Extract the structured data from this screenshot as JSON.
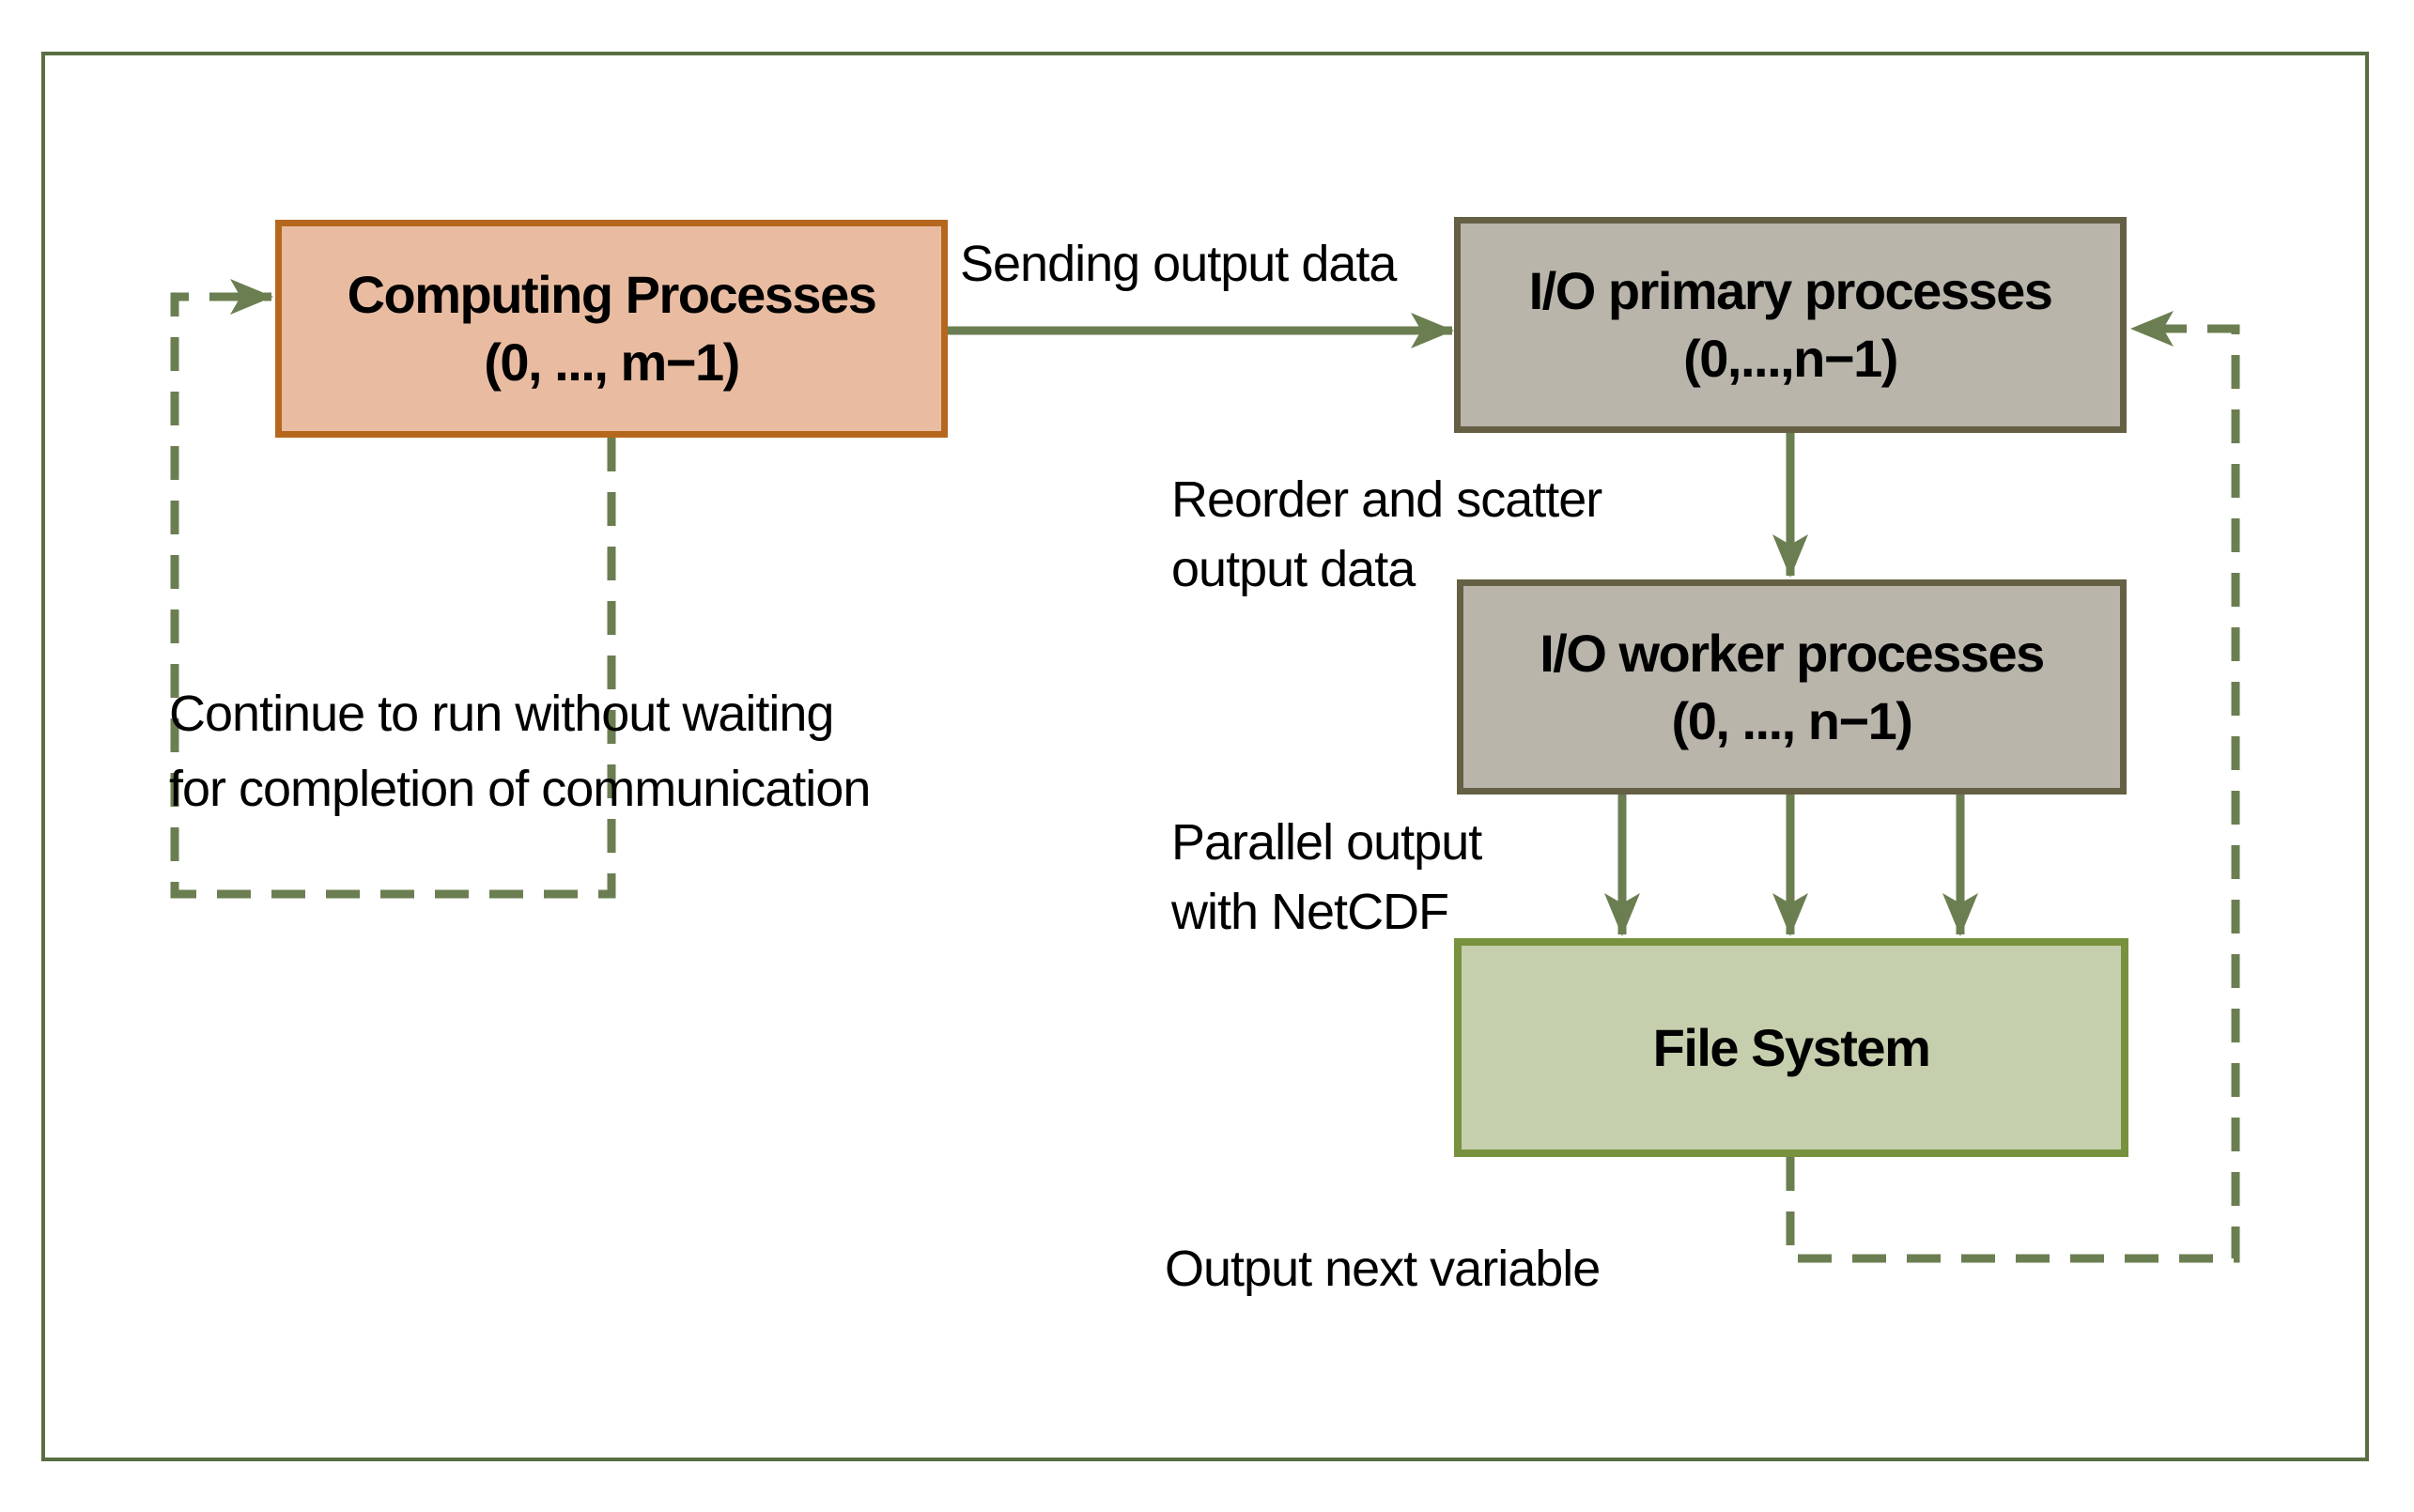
{
  "boxes": {
    "computing": {
      "line1": "Computing Processes",
      "line2": "(0, ..., m−1)"
    },
    "io_primary": {
      "line1": "I/O primary processes",
      "line2": "(0,...,n−1)"
    },
    "io_worker": {
      "line1": "I/O worker processes",
      "line2": "(0, ..., n−1)"
    },
    "file_system": {
      "line1": "File System"
    }
  },
  "labels": {
    "sending": "Sending output data",
    "reorder_line1": "Reorder and scatter",
    "reorder_line2": "output data",
    "parallel_line1": "Parallel output",
    "parallel_line2": "with NetCDF",
    "output_next": "Output next variable",
    "continue_line1": "Continue to run without waiting",
    "continue_line2": "for completion of communication"
  },
  "colors": {
    "arrow": "#6b7e51",
    "frame_border": "#5a6e43",
    "computing_fill": "#e9bca2",
    "computing_border": "#b5671d",
    "io_box_fill": "#b9b5ab",
    "io_box_border": "#655f44",
    "file_fill": "#c5cfad",
    "file_border": "#78913e",
    "text": "#000000",
    "background": "#ffffff"
  }
}
